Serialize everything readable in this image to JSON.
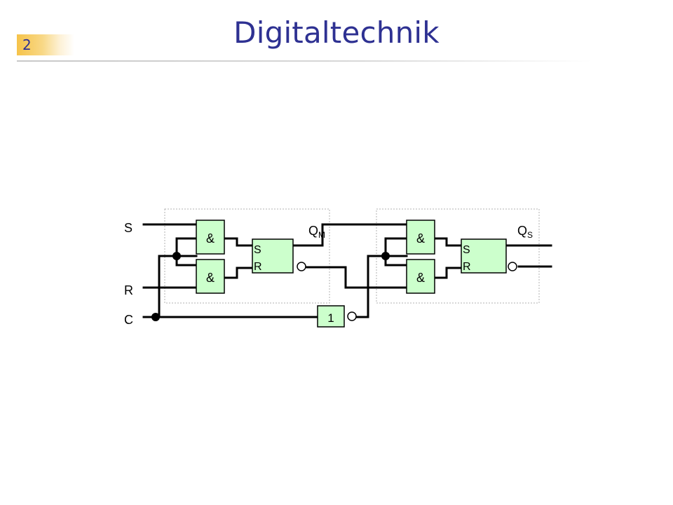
{
  "slide": {
    "title": "Digitaltechnik",
    "page_number": "2"
  },
  "inputs": {
    "s": "S",
    "r": "R",
    "c": "C"
  },
  "outputs": {
    "master_q": "Q",
    "master_q_sub": "M",
    "slave_q": "Q",
    "slave_q_sub": "S"
  },
  "gates": {
    "and_symbol": "&",
    "not_symbol": "1",
    "ff_set": "S",
    "ff_reset": "R"
  },
  "colors": {
    "title": "#2e3192",
    "gate_fill": "#ccffcc",
    "frame": "#b0b0b0",
    "wire": "#000000"
  }
}
